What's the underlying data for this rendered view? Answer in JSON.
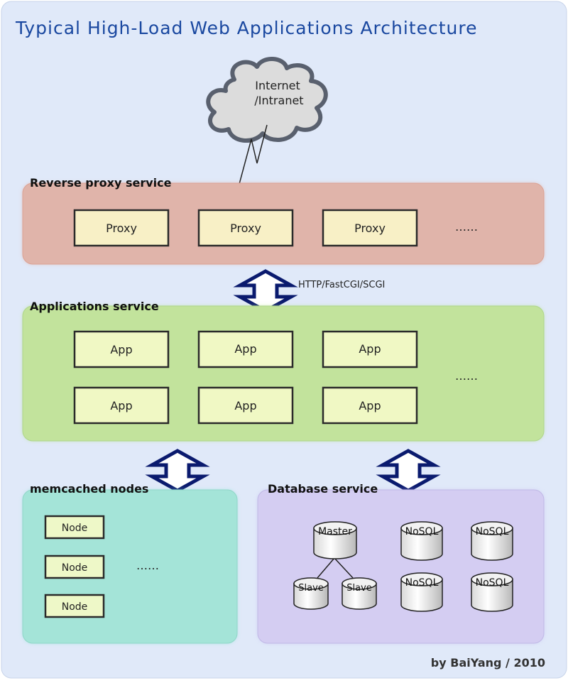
{
  "title": "Typical High-Load Web Applications Architecture",
  "internet": {
    "label_line1": "Internet",
    "label_line2": "/Intranet"
  },
  "reverse_proxy": {
    "label": "Reverse proxy service",
    "nodes": [
      "Proxy",
      "Proxy",
      "Proxy"
    ],
    "more": "……"
  },
  "protocol_label": "HTTP/FastCGI/SCGI",
  "applications": {
    "label": "Applications service",
    "row1": [
      "App",
      "App",
      "App"
    ],
    "row2": [
      "App",
      "App",
      "App"
    ],
    "more": "……"
  },
  "memcached": {
    "label": "memcached nodes",
    "nodes": [
      "Node",
      "Node",
      "Node"
    ],
    "more": "……"
  },
  "database": {
    "label": "Database service",
    "master": "Master",
    "slaves": [
      "Slave",
      "Slave"
    ],
    "nosql": [
      "NoSQL",
      "NoSQL",
      "NoSQL",
      "NoSQL"
    ]
  },
  "credit": "by BaiYang / 2010",
  "colors": {
    "background": "#e0e9f9",
    "title": "#1a48a0",
    "proxy_panel": "#e0b4aa",
    "app_panel": "#c2e39c",
    "memcached_panel": "#a4e4d8",
    "database_panel": "#d4cdf2",
    "proxy_box": "#f8f0c6",
    "app_box": "#f0f8c4",
    "node_box": "#eef8c8",
    "arrow": "#0a1a6e"
  }
}
